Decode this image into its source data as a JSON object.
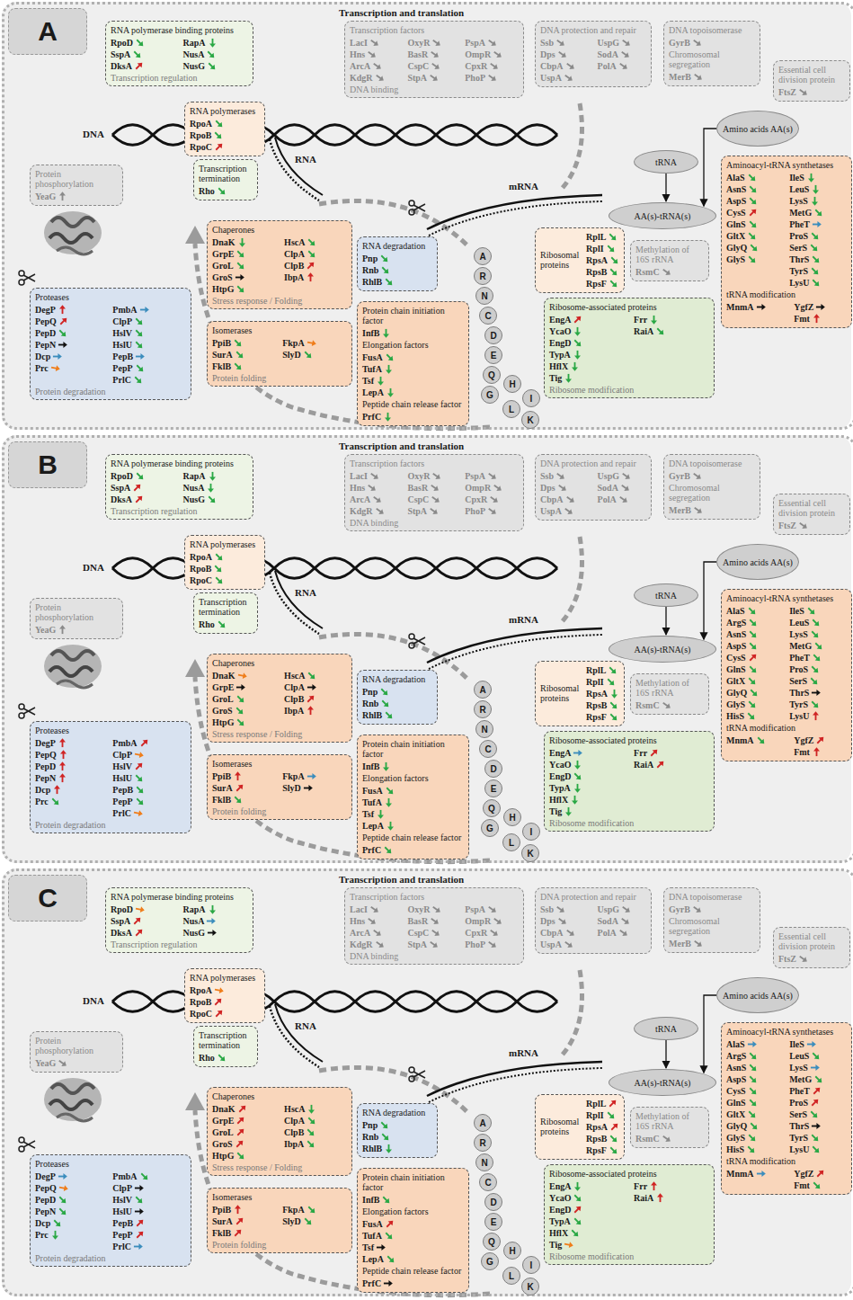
{
  "diagram": {
    "nodes": [
      {
        "text": [
          "Transcription and translation"
        ]
      },
      {
        "text": [
          "A"
        ],
        "in": 0
      },
      {
        "text": [
          "RNA polymerase binding proteins",
          "RpoD",
          "SspA",
          "DksA",
          "RapA",
          "NusA",
          "NusG",
          "Transcription regulation"
        ],
        "in": 0
      },
      {
        "text": [
          "Transcription factors",
          "LacI",
          "Hns",
          "ArcA",
          "KdgR",
          "OxyR",
          "BasR",
          "CspC",
          "StpA",
          "PspA",
          "OmpR",
          "CpxR",
          "PhoP",
          "DNA binding"
        ],
        "in": 0
      },
      {
        "text": [
          "DNA protection and repair",
          "Ssb",
          "Dps",
          "CbpA",
          "UspA",
          "UspG",
          "SodA",
          "PolA"
        ],
        "in": 0
      },
      {
        "text": [
          "DNA topoisomerase",
          "GyrB",
          "Chromosomal segregation",
          "MerB"
        ],
        "in": 0
      },
      {
        "text": [
          "Essential cell division protein",
          "FtsZ"
        ],
        "in": 0
      },
      {
        "text": [
          "Protein phosphorylation",
          "YeaG"
        ],
        "in": 0
      },
      {
        "text": [
          "RNA polymerases",
          "RpoA",
          "RpoB",
          "RpoC"
        ],
        "in": 0
      },
      {
        "text": [
          "Amino acids AA(s)"
        ],
        "in": 0
      },
      {
        "text": [
          "tRNA"
        ],
        "in": 0
      },
      {
        "text": [
          "Transcription termination",
          "Rho"
        ],
        "in": 0
      },
      {
        "text": [
          "AA(s)-tRNA(s)"
        ],
        "in": 0
      },
      {
        "text": [
          "Aminoacyl-tRNA synthetases",
          "AlaS",
          "AsnS",
          "AspS",
          "CysS",
          "GlnS",
          "GltX",
          "GlyQ",
          "GlyS",
          "IleS",
          "LeuS",
          "LysS",
          "MetG",
          "PheT",
          "ProS",
          "SerS",
          "ThrS",
          "TyrS",
          "LysU",
          "tRNA modification",
          "MnmA",
          "YgfZ",
          "Fmt"
        ],
        "in": 0
      },
      {
        "text": [
          "Chaperones",
          "DnaK",
          "GrpE",
          "GroL",
          "GroS",
          "HtpG",
          "HscA",
          "ClpA",
          "ClpB",
          "IbpA",
          "Stress response / Folding"
        ],
        "in": 0
      },
      {
        "text": [
          "RNA degradation",
          "Pnp",
          "Rnb",
          "RhlB"
        ],
        "in": 0
      },
      {
        "text": [
          "Ribosomal proteins",
          "RplL",
          "RplI",
          "RpsA",
          "RpsB",
          "RpsF"
        ],
        "in": 0
      },
      {
        "text": [
          "Methylation of 16S rRNA",
          "RsmC"
        ],
        "in": 0
      },
      {
        "text": [
          "Proteases",
          "DegP",
          "PepQ",
          "PepD",
          "PepN",
          "Dcp",
          "Prc",
          "PmbA",
          "ClpP",
          "HslV",
          "HslU",
          "PepB",
          "PepP",
          "PrlC",
          "Protein degradation"
        ],
        "in": 0
      },
      {
        "text": [
          "Ribosome-associated proteins",
          "EngA",
          "YcaO",
          "EngD",
          "TypA",
          "HflX",
          "Tig",
          "Frr",
          "RaiA",
          "Ribosome modification"
        ],
        "in": 0
      },
      {
        "text": [
          "Isomerases",
          "PpiB",
          "SurA",
          "FklB",
          "FkpA",
          "SlyD",
          "Protein folding"
        ],
        "in": 0
      },
      {
        "text": [
          "Protein chain initiation factor",
          "InfB",
          "Elongation factors",
          "FusA",
          "TufA",
          "Tsf",
          "LepA",
          "Peptide chain release factor",
          "PrfC"
        ],
        "in": 0
      },
      {
        "text": [
          "A"
        ],
        "in": 0
      },
      {
        "text": [
          "R"
        ],
        "in": 0
      },
      {
        "text": [
          "N"
        ],
        "in": 0
      },
      {
        "text": [
          "C"
        ],
        "in": 0
      },
      {
        "text": [
          "D"
        ],
        "in": 0
      },
      {
        "text": [
          "E"
        ],
        "in": 0
      },
      {
        "text": [
          "Q"
        ],
        "in": 0
      },
      {
        "text": [
          "G"
        ],
        "in": 0
      },
      {
        "text": [
          "H"
        ],
        "in": 0
      },
      {
        "text": [
          "I"
        ],
        "in": 0
      },
      {
        "text": [
          "L"
        ],
        "in": 0
      },
      {
        "text": [
          "K"
        ],
        "in": 0
      },
      {
        "text": [
          "Transcription and translation"
        ]
      },
      {
        "text": [
          "B"
        ],
        "in": 34
      },
      {
        "text": [
          "RNA polymerase binding proteins",
          "RpoD",
          "SspA",
          "DksA",
          "RapA",
          "NusA",
          "NusG",
          "Transcription regulation"
        ],
        "in": 34
      },
      {
        "text": [
          "Transcription factors",
          "LacI",
          "Hns",
          "ArcA",
          "KdgR",
          "OxyR",
          "BasR",
          "CspC",
          "StpA",
          "PspA",
          "OmpR",
          "CpxR",
          "PhoP",
          "DNA binding"
        ],
        "in": 34
      },
      {
        "text": [
          "DNA protection and repair",
          "Ssb",
          "Dps",
          "CbpA",
          "UspA",
          "UspG",
          "SodA",
          "PolA"
        ],
        "in": 34
      },
      {
        "text": [
          "DNA topoisomerase",
          "GyrB",
          "Chromosomal segregation",
          "MerB"
        ],
        "in": 34
      },
      {
        "text": [
          "Essential cell division protein",
          "FtsZ"
        ],
        "in": 34
      },
      {
        "text": [
          "Protein phosphorylation",
          "YeaG"
        ],
        "in": 34
      },
      {
        "text": [
          "RNA polymerases",
          "RpoA",
          "RpoB",
          "RpoC"
        ],
        "in": 34
      },
      {
        "text": [
          "Amino acids AA(s)"
        ],
        "in": 34
      },
      {
        "text": [
          "tRNA"
        ],
        "in": 34
      },
      {
        "text": [
          "Transcription termination",
          "Rho"
        ],
        "in": 34
      },
      {
        "text": [
          "AA(s)-tRNA(s)"
        ],
        "in": 34
      },
      {
        "text": [
          "Aminoacyl-tRNA synthetases",
          "AlaS",
          "ArgS",
          "AsnS",
          "AspS",
          "CysS",
          "GlnS",
          "GltX",
          "GlyQ",
          "GlyS",
          "HisS",
          "IleS",
          "LeuS",
          "LysS",
          "MetG",
          "PheT",
          "ProS",
          "SerS",
          "ThrS",
          "TyrS",
          "LysU",
          "tRNA modification",
          "MnmA",
          "YgfZ",
          "Fmt"
        ],
        "in": 34
      },
      {
        "text": [
          "Chaperones",
          "DnaK",
          "GrpE",
          "GroL",
          "GroS",
          "HtpG",
          "HscA",
          "ClpA",
          "ClpB",
          "IbpA",
          "Stress response / Folding"
        ],
        "in": 34
      },
      {
        "text": [
          "RNA degradation",
          "Pnp",
          "Rnb",
          "RhlB"
        ],
        "in": 34
      },
      {
        "text": [
          "Ribosomal proteins",
          "RplL",
          "RplI",
          "RpsA",
          "RpsB",
          "RpsF"
        ],
        "in": 34
      },
      {
        "text": [
          "Methylation of 16S rRNA",
          "RsmC"
        ],
        "in": 34
      },
      {
        "text": [
          "Proteases",
          "DegP",
          "PepQ",
          "PepD",
          "PepN",
          "Dcp",
          "Prc",
          "PmbA",
          "ClpP",
          "HslV",
          "HslU",
          "PepB",
          "PepP",
          "PrlC",
          "Protein degradation"
        ],
        "in": 34
      },
      {
        "text": [
          "Ribosome-associated proteins",
          "EngA",
          "YcaO",
          "EngD",
          "TypA",
          "HflX",
          "Tig",
          "Frr",
          "RaiA",
          "Ribosome modification"
        ],
        "in": 34
      },
      {
        "text": [
          "Isomerases",
          "PpiB",
          "SurA",
          "FklB",
          "FkpA",
          "SlyD",
          "Protein folding"
        ],
        "in": 34
      },
      {
        "text": [
          "Protein chain initiation factor",
          "InfB",
          "Elongation factors",
          "FusA",
          "TufA",
          "Tsf",
          "LepA",
          "Peptide chain release factor",
          "PrfC"
        ],
        "in": 34
      },
      {
        "text": [
          "A"
        ],
        "in": 34
      },
      {
        "text": [
          "R"
        ],
        "in": 34
      },
      {
        "text": [
          "N"
        ],
        "in": 34
      },
      {
        "text": [
          "C"
        ],
        "in": 34
      },
      {
        "text": [
          "D"
        ],
        "in": 34
      },
      {
        "text": [
          "E"
        ],
        "in": 34
      },
      {
        "text": [
          "Q"
        ],
        "in": 34
      },
      {
        "text": [
          "G"
        ],
        "in": 34
      },
      {
        "text": [
          "H"
        ],
        "in": 34
      },
      {
        "text": [
          "I"
        ],
        "in": 34
      },
      {
        "text": [
          "L"
        ],
        "in": 34
      },
      {
        "text": [
          "K"
        ],
        "in": 34
      },
      {
        "text": [
          "Transcription and translation"
        ]
      },
      {
        "text": [
          "C"
        ],
        "in": 68
      },
      {
        "text": [
          "RNA polymerase binding proteins",
          "RpoD",
          "SspA",
          "DksA",
          "RapA",
          "NusA",
          "NusG",
          "Transcription regulation"
        ],
        "in": 68
      },
      {
        "text": [
          "Transcription factors",
          "LacI",
          "Hns",
          "ArcA",
          "KdgR",
          "OxyR",
          "BasR",
          "CspC",
          "StpA",
          "PspA",
          "OmpR",
          "CpxR",
          "PhoP",
          "DNA binding"
        ],
        "in": 68
      },
      {
        "text": [
          "DNA protection and repair",
          "Ssb",
          "Dps",
          "CbpA",
          "UspA",
          "UspG",
          "SodA",
          "PolA"
        ],
        "in": 68
      },
      {
        "text": [
          "DNA topoisomerase",
          "GyrB",
          "Chromosomal segregation",
          "MerB"
        ],
        "in": 68
      },
      {
        "text": [
          "Essential cell division protein",
          "FtsZ"
        ],
        "in": 68
      },
      {
        "text": [
          "Protein phosphorylation",
          "YeaG"
        ],
        "in": 68
      },
      {
        "text": [
          "RNA polymerases",
          "RpoA",
          "RpoB",
          "RpoC"
        ],
        "in": 68
      },
      {
        "text": [
          "Amino acids AA(s)"
        ],
        "in": 68
      },
      {
        "text": [
          "tRNA"
        ],
        "in": 68
      },
      {
        "text": [
          "Transcription termination",
          "Rho"
        ],
        "in": 68
      },
      {
        "text": [
          "AA(s)-tRNA(s)"
        ],
        "in": 68
      },
      {
        "text": [
          "Aminoacyl-tRNA synthetases",
          "AlaS",
          "ArgS",
          "AsnS",
          "AspS",
          "CysS",
          "GlnS",
          "GltX",
          "GlyQ",
          "GlyS",
          "HisS",
          "IleS",
          "LeuS",
          "LysS",
          "MetG",
          "PheT",
          "ProS",
          "SerS",
          "ThrS",
          "TyrS",
          "LysU",
          "tRNA modification",
          "MnmA",
          "YgfZ",
          "Fmt"
        ],
        "in": 68
      },
      {
        "text": [
          "Chaperones",
          "DnaK",
          "GrpE",
          "GroL",
          "GroS",
          "HtpG",
          "HscA",
          "ClpA",
          "ClpB",
          "IbpA",
          "Stress response / Folding"
        ],
        "in": 68
      },
      {
        "text": [
          "RNA degradation",
          "Pnp",
          "Rnb",
          "RhlB"
        ],
        "in": 68
      },
      {
        "text": [
          "Ribosomal proteins",
          "RplL",
          "RplI",
          "RpsA",
          "RpsB",
          "RpsF"
        ],
        "in": 68
      },
      {
        "text": [
          "Methylation of 16S rRNA",
          "RsmC"
        ],
        "in": 68
      },
      {
        "text": [
          "Proteases",
          "DegP",
          "PepQ",
          "PepD",
          "PepN",
          "Dcp",
          "Prc",
          "PmbA",
          "ClpP",
          "HslV",
          "HslU",
          "PepB",
          "PepP",
          "PrlC",
          "Protein degradation"
        ],
        "in": 68
      },
      {
        "text": [
          "Ribosome-associated proteins",
          "EngA",
          "YcaO",
          "EngD",
          "TypA",
          "HflX",
          "Tig",
          "Frr",
          "RaiA",
          "Ribosome modification"
        ],
        "in": 68
      },
      {
        "text": [
          "Isomerases",
          "PpiB",
          "SurA",
          "FklB",
          "FkpA",
          "SlyD",
          "Protein folding"
        ],
        "in": 68
      },
      {
        "text": [
          "Protein chain initiation factor",
          "InfB",
          "Elongation factors",
          "FusA",
          "TufA",
          "Tsf",
          "LepA",
          "Peptide chain release factor",
          "PrfC"
        ],
        "in": 68
      },
      {
        "text": [
          "A"
        ],
        "in": 68
      },
      {
        "text": [
          "R"
        ],
        "in": 68
      },
      {
        "text": [
          "N"
        ],
        "in": 68
      },
      {
        "text": [
          "C"
        ],
        "in": 68
      },
      {
        "text": [
          "D"
        ],
        "in": 68
      },
      {
        "text": [
          "E"
        ],
        "in": 68
      },
      {
        "text": [
          "Q"
        ],
        "in": 68
      },
      {
        "text": [
          "G"
        ],
        "in": 68
      },
      {
        "text": [
          "H"
        ],
        "in": 68
      },
      {
        "text": [
          "I"
        ],
        "in": 68
      },
      {
        "text": [
          "L"
        ],
        "in": 68
      },
      {
        "text": [
          "K"
        ],
        "in": 68
      }
    ],
    "edges": [
      {
        "from": 9,
        "to": 12,
        "arrow": "to"
      },
      {
        "from": 10,
        "to": 12,
        "arrow": "to"
      },
      {
        "from": 43,
        "to": 46,
        "arrow": "to"
      },
      {
        "from": 44,
        "to": 46,
        "arrow": "to"
      },
      {
        "from": 77,
        "to": 80,
        "arrow": "to"
      },
      {
        "from": 78,
        "to": 80,
        "arrow": "to"
      }
    ],
    "labels": [
      "DNA",
      "RNA",
      "mRNA",
      "DNA",
      "RNA",
      "mRNA",
      "DNA",
      "RNA",
      "mRNA"
    ]
  }
}
